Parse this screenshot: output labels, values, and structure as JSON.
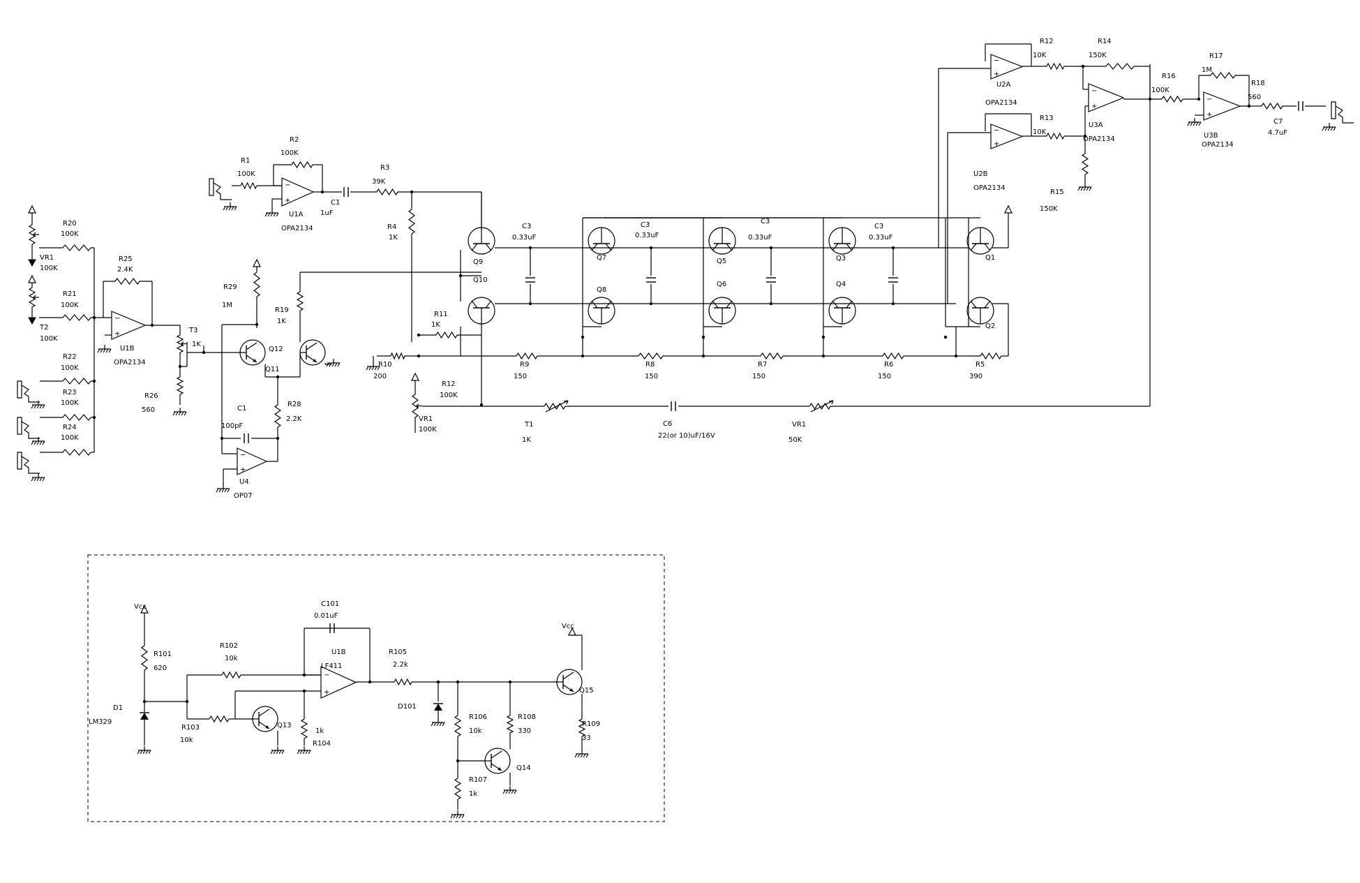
{
  "labels": {
    "r1": "R1",
    "r1v": "100K",
    "r2": "R2",
    "r2v": "100K",
    "u1a": "U1A",
    "u1a_part": "OPA2134",
    "c1": "C1",
    "c1v": "1uF",
    "r3": "R3",
    "r3v": "39K",
    "r4": "R4",
    "r4v": "1K",
    "r20": "R20",
    "r20v": "100K",
    "vr1a": "VR1",
    "vr1av": "100K",
    "r21": "R21",
    "r21v": "100K",
    "t2": "T2",
    "t2v": "100K",
    "r25": "R25",
    "r25v": "2.4K",
    "u1b": "U1B",
    "u1b_part": "OPA2134",
    "t3": "T3",
    "t3v": "1K",
    "r26": "R26",
    "r26v": "560",
    "r22": "R22",
    "r22v": "100K",
    "r23": "R23",
    "r23v": "100K",
    "r24": "R24",
    "r24v": "100K",
    "r29": "R29",
    "r29v": "1M",
    "q12": "Q12",
    "q11": "Q11",
    "r19": "R19",
    "r19v": "1K",
    "c1b": "C1",
    "c1bv": "100pF",
    "r28": "R28",
    "r28v": "2.2K",
    "u4": "U4",
    "u4_part": "OP07",
    "q9": "Q9",
    "q10": "Q10",
    "r11": "R11",
    "r11v": "1K",
    "r10": "R10",
    "r10v": "200",
    "q7": "Q7",
    "q8": "Q8",
    "q5": "Q5",
    "q6": "Q6",
    "q3": "Q3",
    "q4": "Q4",
    "q1": "Q1",
    "q2": "Q2",
    "c3a": "C3",
    "c3av": "0.33uF",
    "c3b": "C3",
    "c3bv": "0.33uF",
    "c3c": "C3",
    "c3cv": "0.33uF",
    "c3d": "C3",
    "c3dv": "0.33uF",
    "r9": "R9",
    "r9v": "150",
    "r8": "R8",
    "r8v": "150",
    "r7": "R7",
    "r7v": "150",
    "r6": "R6",
    "r6v": "150",
    "r5": "R5",
    "r5v": "390",
    "r12b": "R12",
    "r12bv": "100K",
    "vr1b": "VR1",
    "vr1bv": "100K",
    "t1": "T1",
    "t1v": "1K",
    "c6": "C6",
    "c6v": "22(or 10)uF/16V",
    "vr1c": "VR1",
    "vr1cv": "50K",
    "r12": "R12",
    "r12v": "10K",
    "r14": "R14",
    "r14v": "150K",
    "u2a": "U2A",
    "u2a_part": "OPA2134",
    "r13": "R13",
    "r13v": "10K",
    "u2b": "U2B",
    "u2b_part": "OPA2134",
    "u3a": "U3A",
    "u3a_part": "OPA2134",
    "r15": "R15",
    "r15v": "150K",
    "r16": "R16",
    "r16v": "100K",
    "r17": "R17",
    "r17v": "1M",
    "u3b": "U3B",
    "u3b_part": "OPA2134",
    "r18": "R18",
    "r18v": "560",
    "c7": "C7",
    "c7v": "4.7uF",
    "vcc1": "Vcc",
    "r101": "R101",
    "r101v": "620",
    "d1": "D1",
    "d1_part": "LM329",
    "r102": "R102",
    "r102v": "10k",
    "r103": "R103",
    "r103v": "10k",
    "q13": "Q13",
    "c101": "C101",
    "c101v": "0.01uF",
    "u1b2": "U1B",
    "u1b2_part": "LF411",
    "r104": "R104",
    "r104v": "1k",
    "r105": "R105",
    "r105v": "2.2k",
    "d101": "D101",
    "r106": "R106",
    "r106v": "10k",
    "r107": "R107",
    "r107v": "1k",
    "r108": "R108",
    "r108v": "330",
    "q14": "Q14",
    "vcc2": "Vcc",
    "q15": "Q15",
    "r109": "R109",
    "r109v": "33"
  }
}
